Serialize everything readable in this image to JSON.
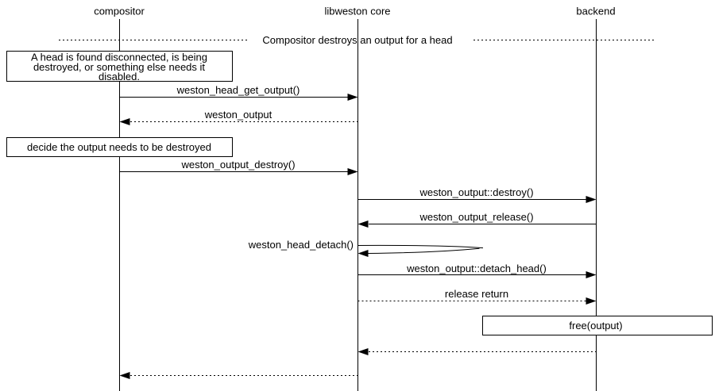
{
  "diagram": {
    "background_color": "#ffffff",
    "line_color": "#000000",
    "actors": {
      "compositor": "compositor",
      "libweston": "libweston core",
      "backend": "backend"
    },
    "divider": {
      "label": "Compositor destroys an output for a head"
    },
    "notes": {
      "head_disconnected": {
        "line1": "A head is found disconnected, is being",
        "line2": "destroyed, or something else needs it",
        "line3": "disabled."
      },
      "decide_destroy": {
        "line1": "decide the output needs to be destroyed"
      },
      "free_output": {
        "line1": "free(output)"
      }
    },
    "messages": {
      "head_get_output": {
        "label": "weston_head_get_output()"
      },
      "weston_output_return": {
        "label": "weston_output"
      },
      "output_destroy": {
        "label": "weston_output_destroy()"
      },
      "output_destroy_vfunc": {
        "label": "weston_output::destroy()"
      },
      "output_release": {
        "label": "weston_output_release()"
      },
      "head_detach": {
        "label": "weston_head_detach()"
      },
      "detach_head_vfunc": {
        "label": "weston_output::detach_head()"
      },
      "release_return": {
        "label": "release return"
      }
    }
  }
}
